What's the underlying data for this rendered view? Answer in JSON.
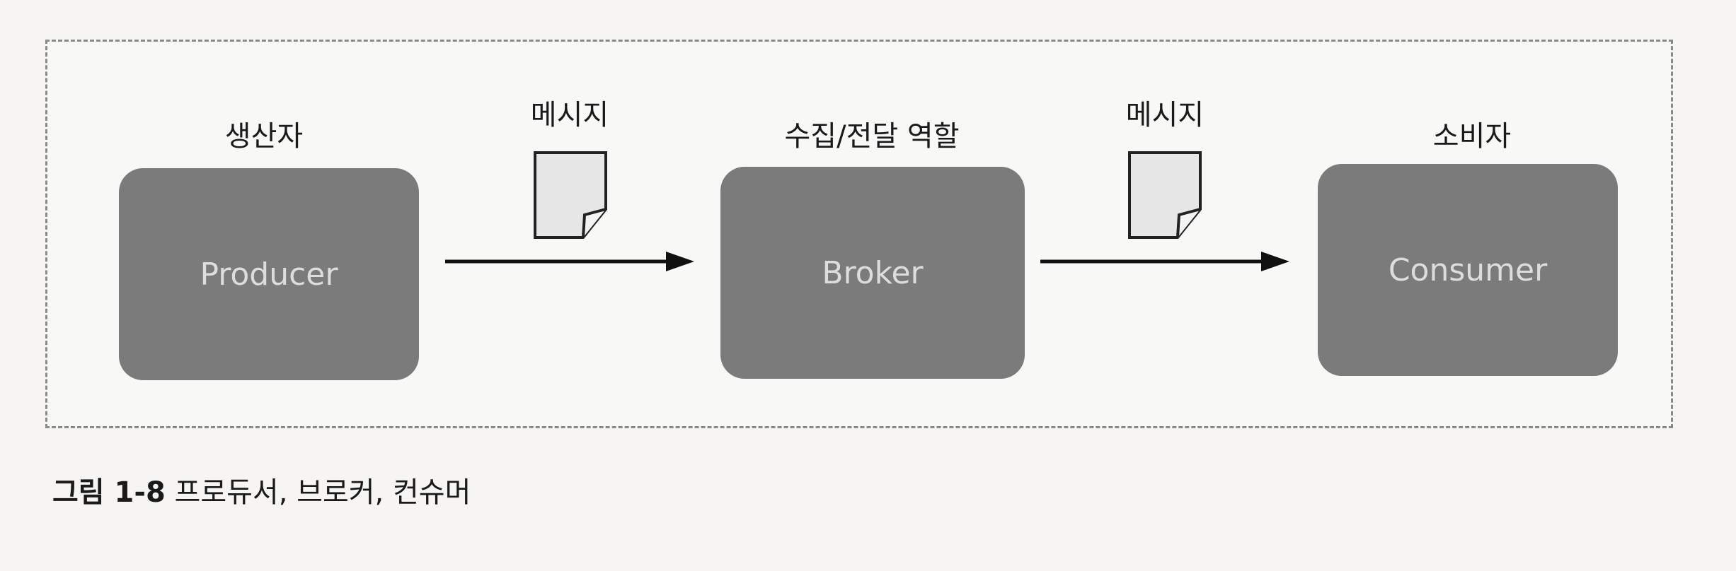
{
  "producer": {
    "title": "생산자",
    "name": "Producer"
  },
  "message_1": {
    "label": "메시지"
  },
  "broker": {
    "title": "수집/전달 역할",
    "name": "Broker"
  },
  "message_2": {
    "label": "메시지"
  },
  "consumer": {
    "title": "소비자",
    "name": "Consumer"
  },
  "caption": {
    "number": "그림 1-8",
    "text": "프로듀서, 브로커, 컨슈머"
  },
  "colors": {
    "node_fill": "#7b7b7b",
    "node_text": "#dddddd",
    "doc_fill": "#e6e6e6",
    "arrow": "#111111"
  },
  "icons": {
    "message_1": "document-icon",
    "message_2": "document-icon"
  }
}
